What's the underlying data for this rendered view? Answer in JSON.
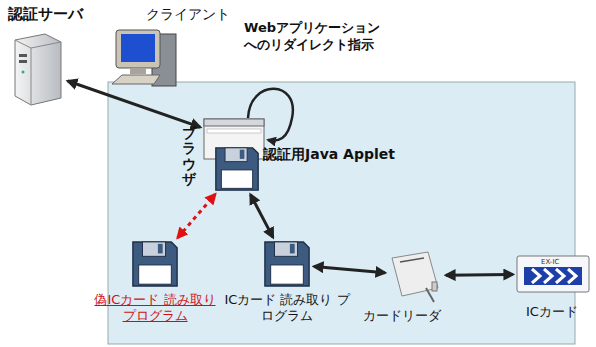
{
  "diagram": {
    "nodes": [
      {
        "text": [
          "認証サーバ"
        ]
      },
      {
        "text": [
          "クライアント"
        ]
      },
      {
        "text": [
          "ブラウザ"
        ]
      },
      {
        "text": [
          "認証用Java Applet"
        ]
      },
      {
        "text": [
          "偽ICカード 読み取り プログラム"
        ]
      },
      {
        "text": [
          "ICカード 読み取り プログラム"
        ]
      },
      {
        "text": [
          "カードリーダ"
        ]
      },
      {
        "text": [
          "ICカード"
        ]
      }
    ],
    "edges": [
      {
        "from": 0,
        "to": 2,
        "arrow": "both"
      },
      {
        "from": 3,
        "to": 5,
        "arrow": "both"
      },
      {
        "from": 5,
        "to": 6,
        "arrow": "both"
      },
      {
        "from": 6,
        "to": 7,
        "arrow": "both"
      },
      {
        "from": 4,
        "to": 3,
        "arrow": "both"
      }
    ],
    "labels": [
      "Webアプリケーション へのリダイレクト指示",
      "EX-IC"
    ]
  }
}
